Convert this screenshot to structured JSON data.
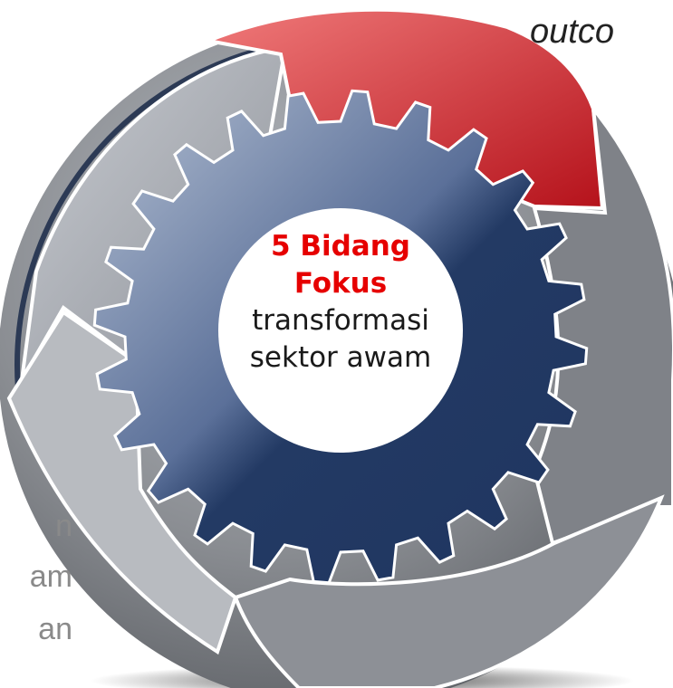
{
  "center": {
    "line1": "5 Bidang",
    "line2": "Fokus",
    "line3": "transformasi",
    "line4": "sektor awam"
  },
  "top_right_label": "outco",
  "left_fragments": [
    "n",
    "am",
    "an"
  ],
  "colors": {
    "accent_red": "#e60000",
    "gear_navy": "#233a64",
    "ring_gray": "#8c8c8c",
    "arrow_red": "#c8102e"
  }
}
